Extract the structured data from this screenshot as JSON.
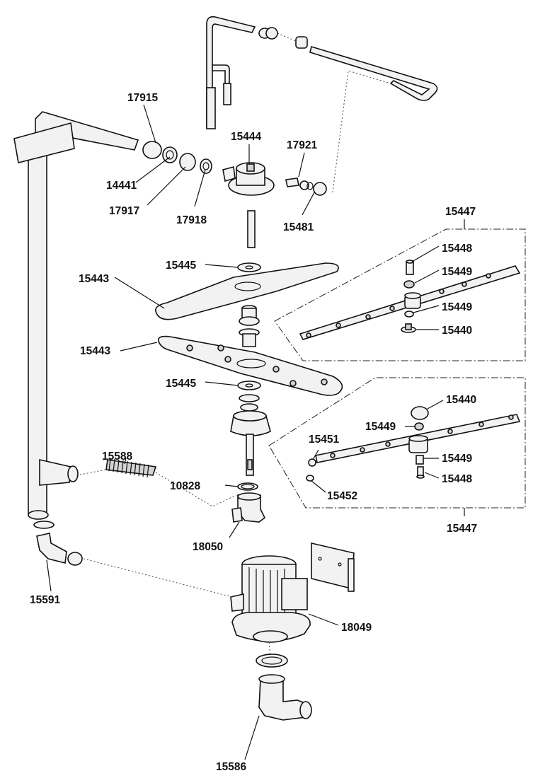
{
  "labels": {
    "l17915": "17915",
    "l14441": "14441",
    "l17917": "17917",
    "l17918": "17918",
    "l15444": "15444",
    "l17921": "17921",
    "l15481": "15481",
    "l15447a": "15447",
    "l15448a": "15448",
    "l15449a": "15449",
    "l15449b": "15449",
    "l15440a": "15440",
    "l15445a": "15445",
    "l15443a": "15443",
    "l15443b": "15443",
    "l15445b": "15445",
    "l15440b": "15440",
    "l15449c": "15449",
    "l15451": "15451",
    "l15449d": "15449",
    "l15448b": "15448",
    "l15452": "15452",
    "l15447b": "15447",
    "l15588": "15588",
    "l10828": "10828",
    "l18050": "18050",
    "l15591": "15591",
    "l18049": "18049",
    "l15586": "15586"
  }
}
